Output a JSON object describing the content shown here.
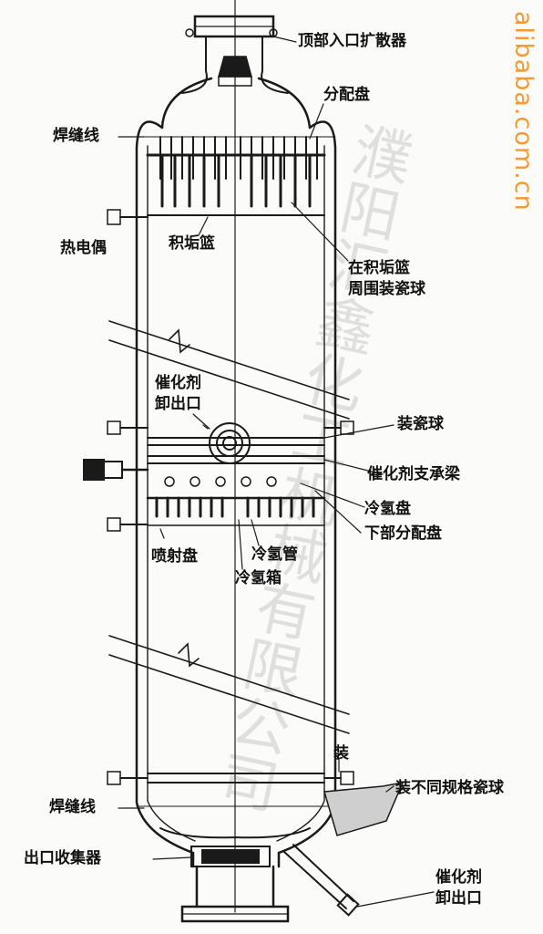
{
  "watermark": {
    "site": "alibaba.com.cn",
    "company": "濮阳汇鑫化工机械有限公司"
  },
  "colors": {
    "ink": "#1a1a1a",
    "watermark": "#f39a35"
  },
  "labels": {
    "top_inlet_diffuser": "顶部入口扩散器",
    "distribution_tray": "分配盘",
    "weld_line_top": "焊缝线",
    "thermocouple": "热电偶",
    "scale_basket": "积垢篮",
    "ceramic_balls_around_basket_1": "在积垢篮",
    "ceramic_balls_around_basket_2": "周围装瓷球",
    "catalyst_unload_outlet_mid_1": "催化剂",
    "catalyst_unload_outlet_mid_2": "卸出口",
    "ceramic_ball_loading": "装瓷球",
    "catalyst_support_beam": "催化剂支承梁",
    "quench_tray": "冷氢盘",
    "lower_distribution_tray": "下部分配盘",
    "spray_tray": "喷射盘",
    "quench_pipe": "冷氢管",
    "quench_box": "冷氢箱",
    "load_short": "装",
    "different_spec_ceramic_balls": "装不同规格瓷球",
    "weld_line_bottom": "焊缝线",
    "outlet_collector": "出口收集器",
    "catalyst_unload_outlet_bottom_1": "催化剂",
    "catalyst_unload_outlet_bottom_2": "卸出口"
  }
}
